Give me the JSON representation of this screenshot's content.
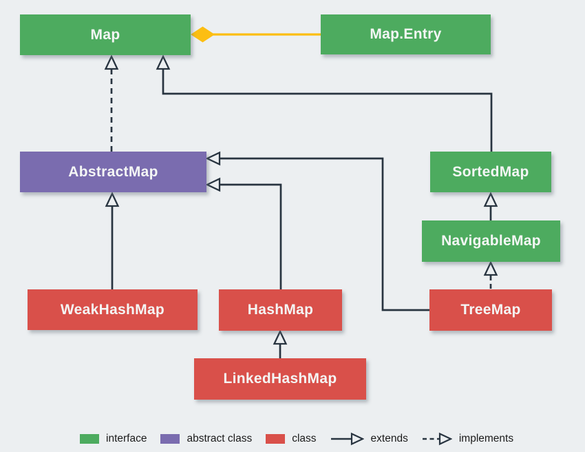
{
  "diagram": {
    "nodes": {
      "map": {
        "label": "Map",
        "type": "interface"
      },
      "map_entry": {
        "label": "Map.Entry",
        "type": "interface"
      },
      "abstract_map": {
        "label": "AbstractMap",
        "type": "abstract class"
      },
      "sorted_map": {
        "label": "SortedMap",
        "type": "interface"
      },
      "navigable_map": {
        "label": "NavigableMap",
        "type": "interface"
      },
      "weak_hash_map": {
        "label": "WeakHashMap",
        "type": "class"
      },
      "hash_map": {
        "label": "HashMap",
        "type": "class"
      },
      "tree_map": {
        "label": "TreeMap",
        "type": "class"
      },
      "linked_hash_map": {
        "label": "LinkedHashMap",
        "type": "class"
      }
    },
    "edges": [
      {
        "from": "AbstractMap",
        "to": "Map",
        "relation": "implements"
      },
      {
        "from": "SortedMap",
        "to": "Map",
        "relation": "extends"
      },
      {
        "from": "Map",
        "to": "Map.Entry",
        "relation": "aggregation"
      },
      {
        "from": "WeakHashMap",
        "to": "AbstractMap",
        "relation": "extends"
      },
      {
        "from": "HashMap",
        "to": "AbstractMap",
        "relation": "extends"
      },
      {
        "from": "TreeMap",
        "to": "AbstractMap",
        "relation": "extends"
      },
      {
        "from": "NavigableMap",
        "to": "SortedMap",
        "relation": "extends"
      },
      {
        "from": "TreeMap",
        "to": "NavigableMap",
        "relation": "implements"
      },
      {
        "from": "LinkedHashMap",
        "to": "HashMap",
        "relation": "extends"
      }
    ],
    "colors": {
      "interface": "#4DAB5F",
      "abstract": "#7A6CAF",
      "class": "#D9504A",
      "aggregation": "#FCBE12",
      "line": "#283440",
      "background": "#ECEFF1",
      "node_text": "#F4F6F5"
    }
  },
  "legend": {
    "items": [
      {
        "label": "interface",
        "swatch": "interface"
      },
      {
        "label": "abstract class",
        "swatch": "abstract"
      },
      {
        "label": "class",
        "swatch": "class"
      },
      {
        "label": "extends",
        "marker": "solid-arrow"
      },
      {
        "label": "implements",
        "marker": "dashed-arrow"
      }
    ]
  }
}
